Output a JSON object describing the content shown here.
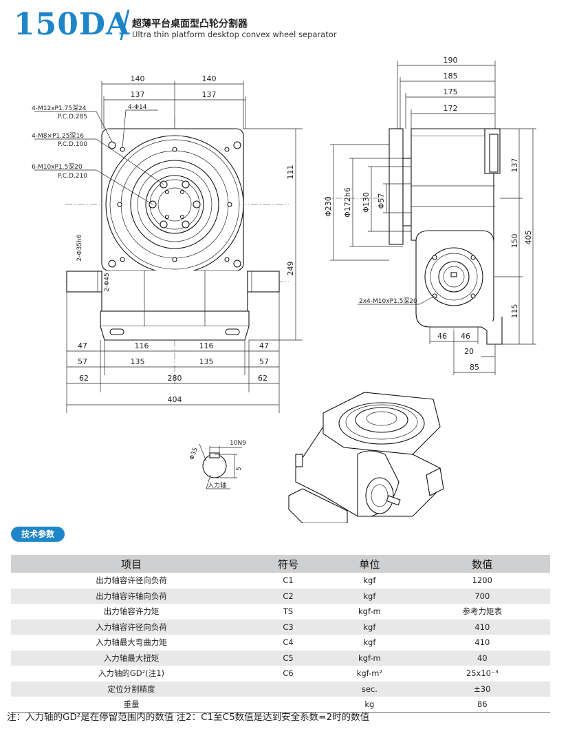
{
  "header": {
    "model": "150DA",
    "title_cn": "超薄平台桌面型凸轮分割器",
    "title_en": "Ultra thin platform desktop convex wheel separator"
  },
  "front_view": {
    "top_dims": [
      "140",
      "140",
      "137",
      "137"
    ],
    "callouts": [
      "4-M12xP1.75深24",
      "P.C.D.285",
      "4-M8×P1.25深16",
      "P.C.D.100",
      "6-M10xP1.5深20",
      "P.C.D.210",
      "4-Φ14",
      "2-Φ35h6",
      "2-Φ45"
    ],
    "right_dims": [
      "111",
      "249"
    ],
    "bottom_dims": [
      "47",
      "116",
      "116",
      "47",
      "57",
      "135",
      "135",
      "57",
      "62",
      "280",
      "62",
      "404"
    ]
  },
  "side_view": {
    "top_dims": [
      "190",
      "185",
      "175",
      "172"
    ],
    "left_dims": [
      "Φ230",
      "Φ172h6",
      "Φ130",
      "Φ57"
    ],
    "right_dims": [
      "137",
      "150",
      "405",
      "115"
    ],
    "hole_note": "2x4-M10xP1.5深20",
    "bottom_dims": [
      "46",
      "46",
      "20",
      "85"
    ]
  },
  "shaft_detail": {
    "key_label": "10N9",
    "dia_label": "Φ35",
    "key_depth": "5",
    "caption": "入力轴"
  },
  "section_badge": "技术参数",
  "table": {
    "headers": [
      "项目",
      "符号",
      "单位",
      "数值"
    ],
    "rows": [
      [
        "出力轴容许径向负荷",
        "C1",
        "kgf",
        "1200"
      ],
      [
        "出力轴容许轴向负荷",
        "C2",
        "kgf",
        "700"
      ],
      [
        "出力轴容许力矩",
        "TS",
        "kgf-m",
        "参考力矩表"
      ],
      [
        "入力轴容许径向负荷",
        "C3",
        "kgf",
        "410"
      ],
      [
        "入力轴最大弯曲力矩",
        "C4",
        "kgf",
        "410"
      ],
      [
        "入力轴最大扭矩",
        "C5",
        "kgf-m",
        "40"
      ],
      [
        "入力轴的GD²(注1)",
        "C6",
        "kgf-m²",
        "25x10⁻³"
      ],
      [
        "定位分割精度",
        "",
        "sec.",
        "±30"
      ],
      [
        "重量",
        "",
        "kg",
        "86"
      ]
    ]
  },
  "note": "注：入力轴的GD²是在停留范围内的数值    注2：C1至C5数值是达到安全系数=2时的数值",
  "colors": {
    "accent": "#1e86c8",
    "header_row": "#cfd0d2",
    "stripe": "#e8e8e9"
  }
}
